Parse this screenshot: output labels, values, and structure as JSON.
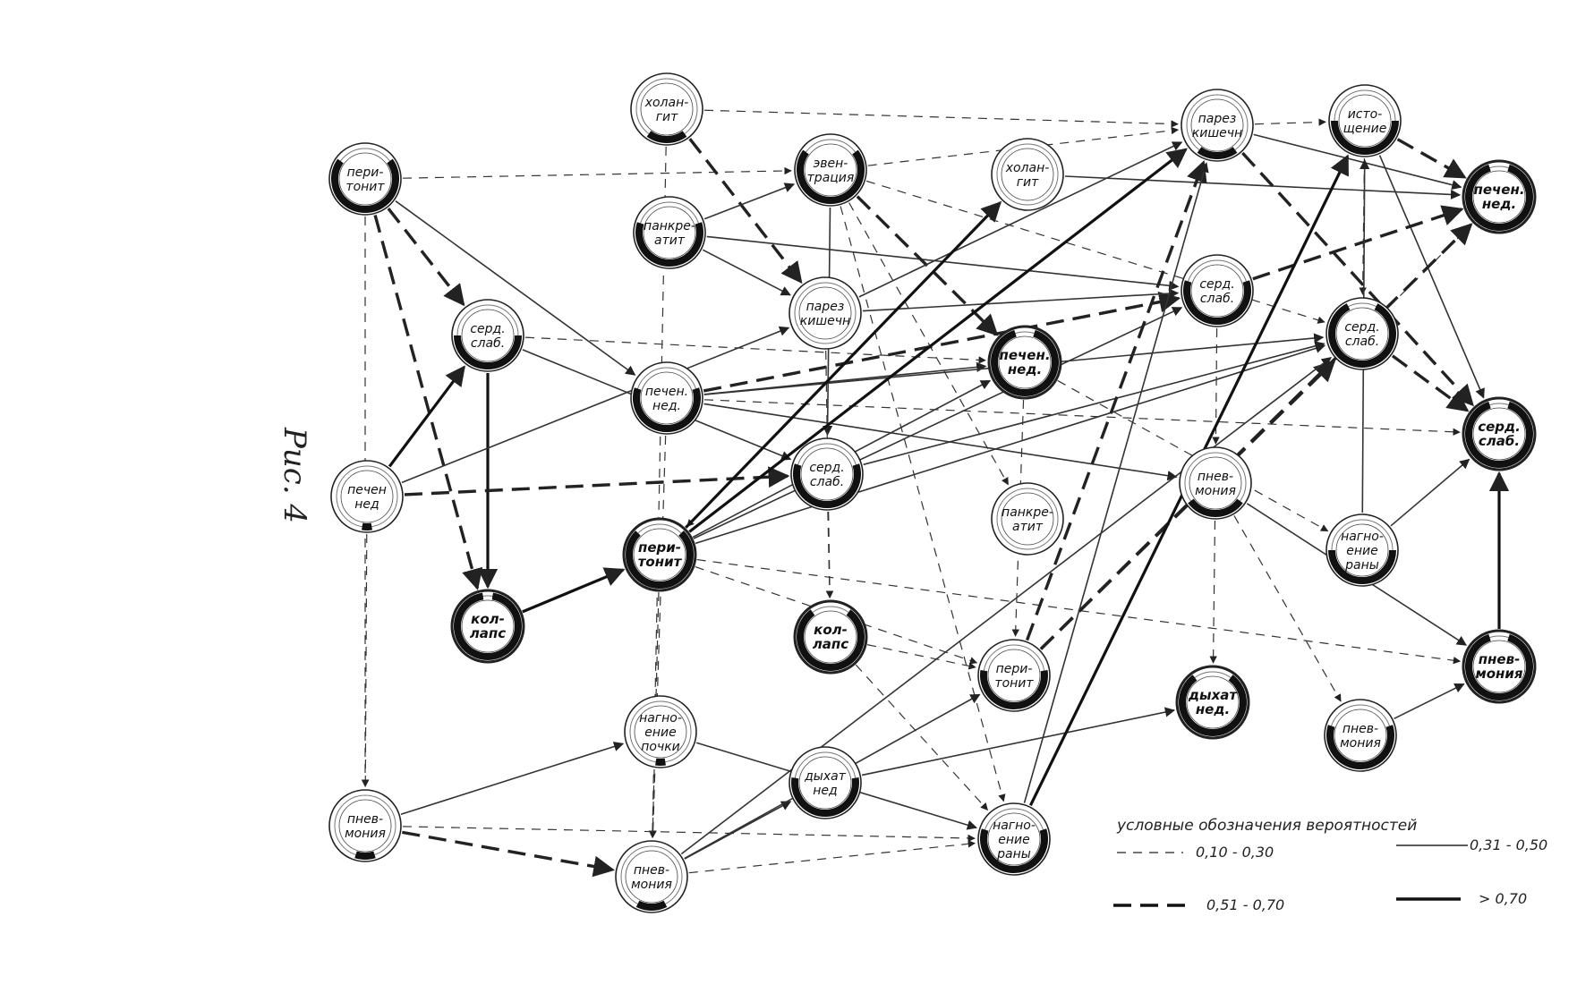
{
  "figure_label": "Рис. 4",
  "legend": {
    "title": "условные обозначения вероятностей",
    "items": [
      {
        "label": "0,10 - 0,30",
        "style": "thin-dashed"
      },
      {
        "label": "0,31 - 0,50",
        "style": "thin-solid"
      },
      {
        "label": "0,51 - 0,70",
        "style": "thick-dashed"
      },
      {
        "label": "> 0,70",
        "style": "thick-solid"
      }
    ]
  },
  "nodes": [
    {
      "id": "n1",
      "lines": [
        "пери-",
        "тонит"
      ],
      "level": 0.7,
      "strong": false
    },
    {
      "id": "n2",
      "lines": [
        "холан-",
        "гит"
      ],
      "level": 0.2,
      "strong": false
    },
    {
      "id": "n3",
      "lines": [
        "панкре-",
        "атит"
      ],
      "level": 0.6,
      "strong": false
    },
    {
      "id": "n4",
      "lines": [
        "эвен-",
        "трация"
      ],
      "level": 0.7,
      "strong": false
    },
    {
      "id": "n5",
      "lines": [
        "серд.",
        "слаб."
      ],
      "level": 0.5,
      "strong": false
    },
    {
      "id": "n6",
      "lines": [
        "печен",
        "нед"
      ],
      "level": 0.05,
      "strong": false
    },
    {
      "id": "n7",
      "lines": [
        "печен.",
        "нед."
      ],
      "level": 0.6,
      "strong": false
    },
    {
      "id": "n8",
      "lines": [
        "парез",
        "кишечн"
      ],
      "level": 0.0,
      "strong": false
    },
    {
      "id": "n9",
      "lines": [
        "холан-",
        "гит"
      ],
      "level": 0.0,
      "strong": false
    },
    {
      "id": "n10",
      "lines": [
        "печен.",
        "нед."
      ],
      "level": 0.9,
      "strong": true
    },
    {
      "id": "n11",
      "lines": [
        "серд.",
        "слаб."
      ],
      "level": 0.6,
      "strong": false
    },
    {
      "id": "n12",
      "lines": [
        "пери-",
        "тонит"
      ],
      "level": 0.75,
      "strong": true
    },
    {
      "id": "n13",
      "lines": [
        "кол-",
        "лапс"
      ],
      "level": 0.95,
      "strong": true
    },
    {
      "id": "n14",
      "lines": [
        "кол-",
        "лапс"
      ],
      "level": 0.8,
      "strong": true
    },
    {
      "id": "n15",
      "lines": [
        "панкре-",
        "атит"
      ],
      "level": 0.0,
      "strong": false
    },
    {
      "id": "n16",
      "lines": [
        "парез",
        "кишечн"
      ],
      "level": 0.2,
      "strong": false
    },
    {
      "id": "n17",
      "lines": [
        "истo-",
        "щение"
      ],
      "level": 0.5,
      "strong": false
    },
    {
      "id": "n18",
      "lines": [
        "серд.",
        "слаб."
      ],
      "level": 0.6,
      "strong": false
    },
    {
      "id": "n19",
      "lines": [
        "серд.",
        "слаб."
      ],
      "level": 0.85,
      "strong": false
    },
    {
      "id": "n20",
      "lines": [
        "пнев-",
        "мония"
      ],
      "level": 0.3,
      "strong": false
    },
    {
      "id": "n21",
      "lines": [
        "нагно-",
        "ение",
        "раны"
      ],
      "level": 0.5,
      "strong": false
    },
    {
      "id": "n22",
      "lines": [
        "печен.",
        "нед."
      ],
      "level": 0.9,
      "strong": true
    },
    {
      "id": "n23",
      "lines": [
        "серд.",
        "слаб."
      ],
      "level": 0.9,
      "strong": true
    },
    {
      "id": "n24",
      "lines": [
        "пнев-",
        "мония"
      ],
      "level": 0.9,
      "strong": true
    },
    {
      "id": "n25",
      "lines": [
        "пери-",
        "тонит"
      ],
      "level": 0.55,
      "strong": false
    },
    {
      "id": "n26",
      "lines": [
        "дыхат",
        "нед."
      ],
      "level": 0.8,
      "strong": true
    },
    {
      "id": "n27",
      "lines": [
        "нагно-",
        "ение",
        "почки"
      ],
      "level": 0.05,
      "strong": false
    },
    {
      "id": "n28",
      "lines": [
        "дыхат",
        "нед"
      ],
      "level": 0.55,
      "strong": false
    },
    {
      "id": "n29",
      "lines": [
        "пнев-",
        "мония"
      ],
      "level": 0.1,
      "strong": false
    },
    {
      "id": "n30",
      "lines": [
        "пнев-",
        "мония"
      ],
      "level": 0.15,
      "strong": false
    },
    {
      "id": "n31",
      "lines": [
        "нагно-",
        "ение",
        "раны"
      ],
      "level": 0.6,
      "strong": false
    },
    {
      "id": "n32",
      "lines": [
        "пнев-",
        "мония"
      ],
      "level": 0.6,
      "strong": false
    }
  ],
  "edges": [
    [
      "n1",
      "n5",
      "thick-dashed"
    ],
    [
      "n1",
      "n7",
      "thin-solid"
    ],
    [
      "n1",
      "n13",
      "thick-dashed"
    ],
    [
      "n1",
      "n29",
      "thin-dashed"
    ],
    [
      "n1",
      "n4",
      "thin-dashed"
    ],
    [
      "n2",
      "n16",
      "thin-dashed"
    ],
    [
      "n2",
      "n8",
      "thick-dashed"
    ],
    [
      "n2",
      "n30",
      "thin-dashed"
    ],
    [
      "n3",
      "n8",
      "thin-solid"
    ],
    [
      "n3",
      "n4",
      "thin-solid"
    ],
    [
      "n3",
      "n18",
      "thin-solid"
    ],
    [
      "n4",
      "n16",
      "thin-dashed"
    ],
    [
      "n4",
      "n10",
      "thick-dashed"
    ],
    [
      "n4",
      "n15",
      "thin-dashed"
    ],
    [
      "n4",
      "n19",
      "thin-dashed"
    ],
    [
      "n4",
      "n31",
      "thin-dashed"
    ],
    [
      "n4",
      "n11",
      "thin-solid"
    ],
    [
      "n5",
      "n13",
      "thick-solid"
    ],
    [
      "n5",
      "n10",
      "thin-dashed"
    ],
    [
      "n5",
      "n11",
      "thin-solid"
    ],
    [
      "n6",
      "n5",
      "thick-solid"
    ],
    [
      "n6",
      "n8",
      "thin-solid"
    ],
    [
      "n6",
      "n11",
      "thick-dashed"
    ],
    [
      "n6",
      "n29",
      "thin-dashed"
    ],
    [
      "n7",
      "n10",
      "thin-solid"
    ],
    [
      "n7",
      "n18",
      "thick-dashed"
    ],
    [
      "n7",
      "n19",
      "thin-solid"
    ],
    [
      "n7",
      "n20",
      "thin-solid"
    ],
    [
      "n7",
      "n23",
      "thin-dashed"
    ],
    [
      "n7",
      "n30",
      "thin-dashed"
    ],
    [
      "n8",
      "n18",
      "thin-solid"
    ],
    [
      "n8",
      "n16",
      "thin-solid"
    ],
    [
      "n8",
      "n14",
      "thin-dashed"
    ],
    [
      "n9",
      "n22",
      "thin-solid"
    ],
    [
      "n9",
      "n12",
      "thin-dashed"
    ],
    [
      "n10",
      "n21",
      "thin-dashed"
    ],
    [
      "n10",
      "n25",
      "thin-dashed"
    ],
    [
      "n11",
      "n14",
      "thin-dashed"
    ],
    [
      "n11",
      "n19",
      "thin-solid"
    ],
    [
      "n12",
      "n16",
      "thick-solid"
    ],
    [
      "n12",
      "n9",
      "thick-solid"
    ],
    [
      "n12",
      "n10",
      "thin-solid"
    ],
    [
      "n12",
      "n18",
      "thin-solid"
    ],
    [
      "n12",
      "n19",
      "thin-solid"
    ],
    [
      "n12",
      "n25",
      "thin-dashed"
    ],
    [
      "n12",
      "n30",
      "thin-dashed"
    ],
    [
      "n12",
      "n24",
      "thin-dashed"
    ],
    [
      "n13",
      "n12",
      "thick-solid"
    ],
    [
      "n14",
      "n25",
      "thin-dashed"
    ],
    [
      "n14",
      "n31",
      "thin-dashed"
    ],
    [
      "n16",
      "n17",
      "thin-dashed"
    ],
    [
      "n16",
      "n22",
      "thin-solid"
    ],
    [
      "n16",
      "n23",
      "thick-dashed"
    ],
    [
      "n17",
      "n22",
      "thick-dashed"
    ],
    [
      "n17",
      "n23",
      "thin-solid"
    ],
    [
      "n17",
      "n19",
      "thin-dashed"
    ],
    [
      "n18",
      "n22",
      "thick-dashed"
    ],
    [
      "n18",
      "n20",
      "thin-dashed"
    ],
    [
      "n19",
      "n23",
      "thick-dashed"
    ],
    [
      "n19",
      "n22",
      "thin-dashed"
    ],
    [
      "n20",
      "n24",
      "thin-solid"
    ],
    [
      "n20",
      "n32",
      "thin-dashed"
    ],
    [
      "n20",
      "n26",
      "thin-dashed"
    ],
    [
      "n21",
      "n23",
      "thin-solid"
    ],
    [
      "n21",
      "n17",
      "thin-solid"
    ],
    [
      "n24",
      "n23",
      "thick-solid"
    ],
    [
      "n25",
      "n16",
      "thick-dashed"
    ],
    [
      "n25",
      "n19",
      "thick-dashed"
    ],
    [
      "n25",
      "n22",
      "thick-dashed"
    ],
    [
      "n28",
      "n26",
      "thin-solid"
    ],
    [
      "n29",
      "n30",
      "thick-dashed"
    ],
    [
      "n29",
      "n27",
      "thin-solid"
    ],
    [
      "n29",
      "n31",
      "thin-dashed"
    ],
    [
      "n30",
      "n28",
      "thin-solid"
    ],
    [
      "n30",
      "n19",
      "thin-solid"
    ],
    [
      "n30",
      "n25",
      "thin-solid"
    ],
    [
      "n30",
      "n31",
      "thin-dashed"
    ],
    [
      "n31",
      "n17",
      "thick-solid"
    ],
    [
      "n31",
      "n16",
      "thin-solid"
    ],
    [
      "n32",
      "n24",
      "thin-solid"
    ],
    [
      "n27",
      "n31",
      "thin-solid"
    ]
  ]
}
